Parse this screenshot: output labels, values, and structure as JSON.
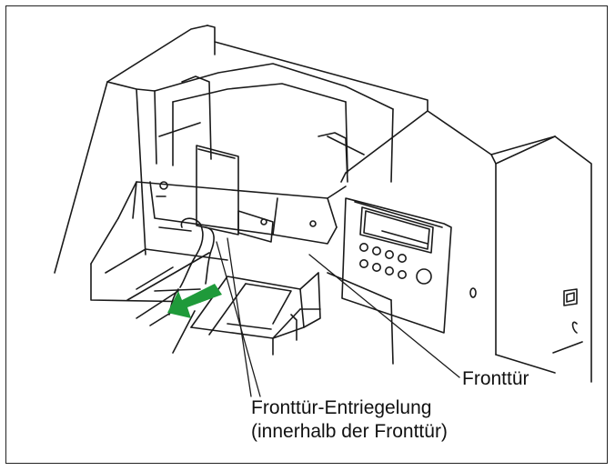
{
  "callouts": {
    "front_door": "Fronttür",
    "front_door_release_line1": "Fronttür-Entriegelung",
    "front_door_release_line2": "(innerhalb der Fronttür)"
  },
  "colors": {
    "line": "#1a1a1a",
    "arrow": "#1f9a3a",
    "background": "#ffffff"
  }
}
